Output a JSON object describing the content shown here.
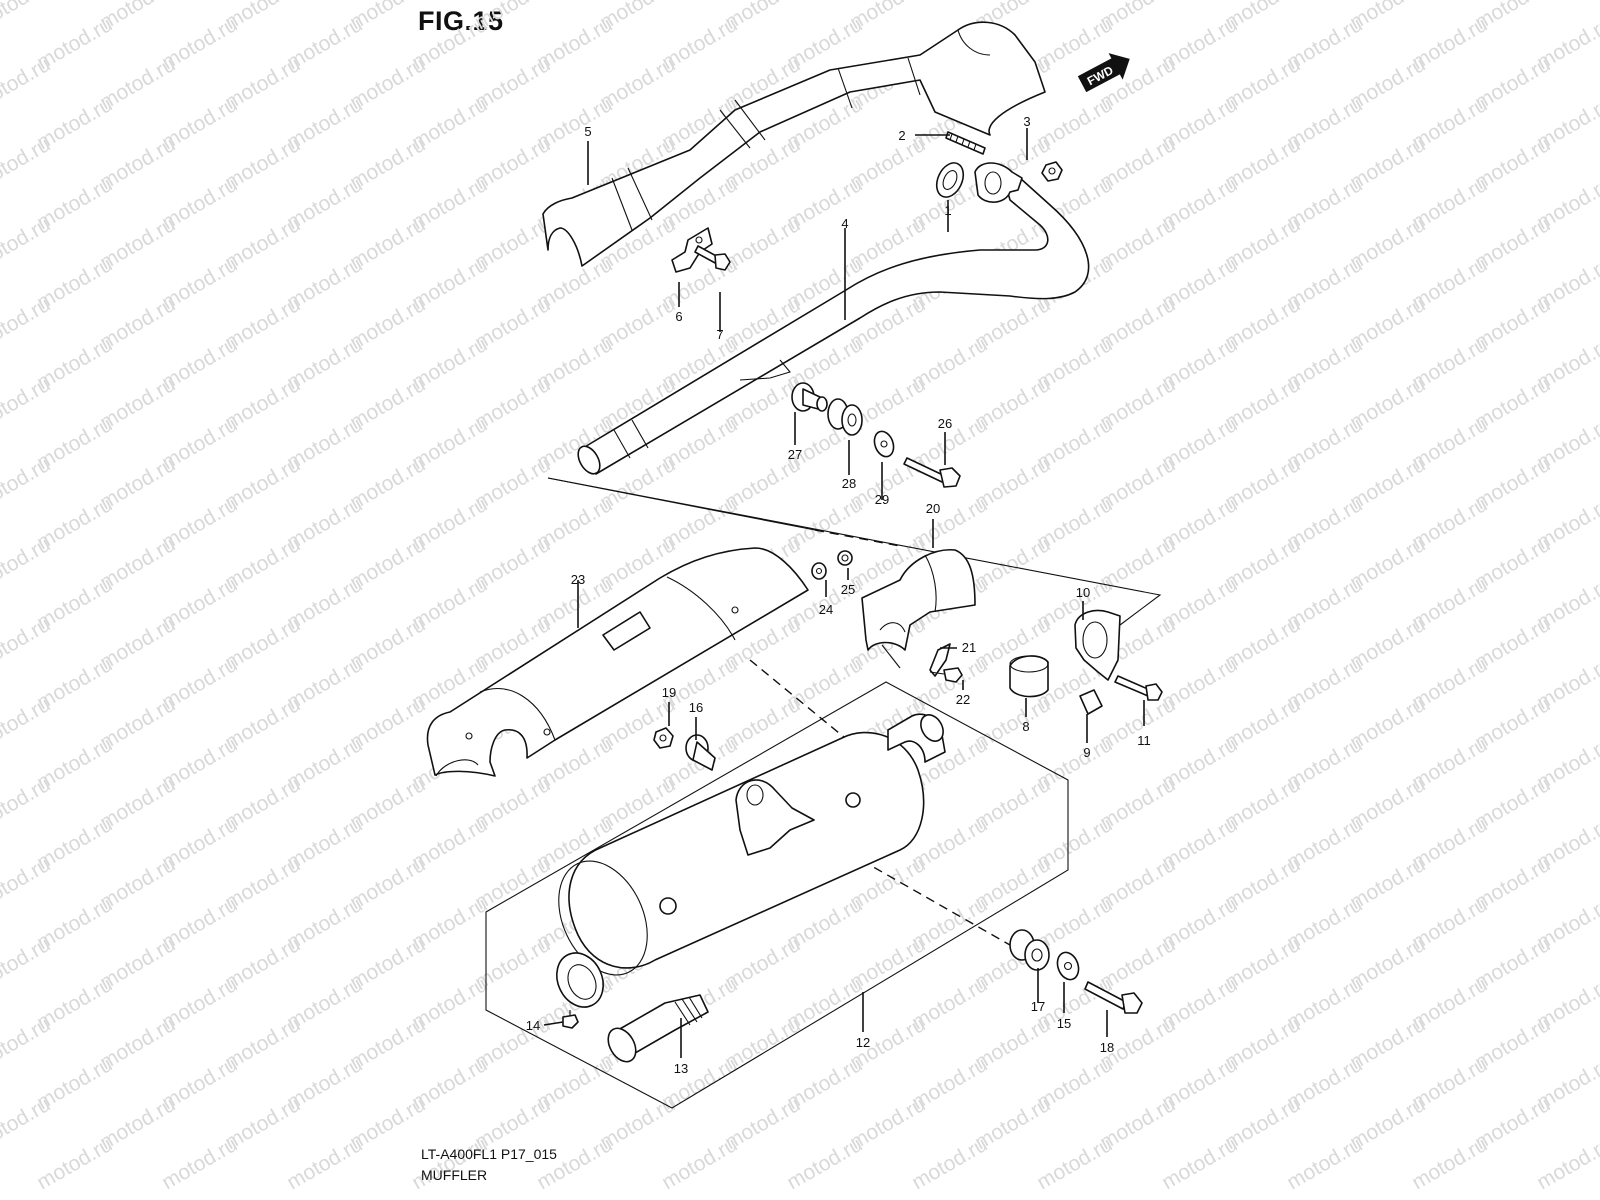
{
  "figure": {
    "title": "FIG.15",
    "model_code": "LT-A400FL1 P17_015",
    "section_title": "MUFFLER",
    "fwd_badge": "FWD",
    "watermark_text": "motod.ru"
  },
  "callouts": [
    {
      "id": "1",
      "label": "1",
      "part": "gasket"
    },
    {
      "id": "2",
      "label": "2",
      "part": "stud"
    },
    {
      "id": "3",
      "label": "3",
      "part": "nut"
    },
    {
      "id": "4",
      "label": "4",
      "part": "exhaust-pipe"
    },
    {
      "id": "5",
      "label": "5",
      "part": "pipe-cover"
    },
    {
      "id": "6",
      "label": "6",
      "part": "bracket"
    },
    {
      "id": "7",
      "label": "7",
      "part": "bolt"
    },
    {
      "id": "8",
      "label": "8",
      "part": "connector-seal"
    },
    {
      "id": "9",
      "label": "9",
      "part": "spacer"
    },
    {
      "id": "10",
      "label": "10",
      "part": "clamp"
    },
    {
      "id": "11",
      "label": "11",
      "part": "bolt"
    },
    {
      "id": "12",
      "label": "12",
      "part": "muffler-assembly"
    },
    {
      "id": "13",
      "label": "13",
      "part": "spark-arrester"
    },
    {
      "id": "14",
      "label": "14",
      "part": "screw"
    },
    {
      "id": "15",
      "label": "15",
      "part": "washer"
    },
    {
      "id": "16",
      "label": "16",
      "part": "collar"
    },
    {
      "id": "17",
      "label": "17",
      "part": "cushion"
    },
    {
      "id": "18",
      "label": "18",
      "part": "bolt"
    },
    {
      "id": "19",
      "label": "19",
      "part": "nut"
    },
    {
      "id": "20",
      "label": "20",
      "part": "cover"
    },
    {
      "id": "21",
      "label": "21",
      "part": "bracket"
    },
    {
      "id": "22",
      "label": "22",
      "part": "bolt"
    },
    {
      "id": "23",
      "label": "23",
      "part": "muffler-cover"
    },
    {
      "id": "24",
      "label": "24",
      "part": "washer"
    },
    {
      "id": "25",
      "label": "25",
      "part": "clip"
    },
    {
      "id": "26",
      "label": "26",
      "part": "bolt"
    },
    {
      "id": "27",
      "label": "27",
      "part": "collar"
    },
    {
      "id": "28",
      "label": "28",
      "part": "cushion"
    },
    {
      "id": "29",
      "label": "29",
      "part": "washer"
    }
  ]
}
